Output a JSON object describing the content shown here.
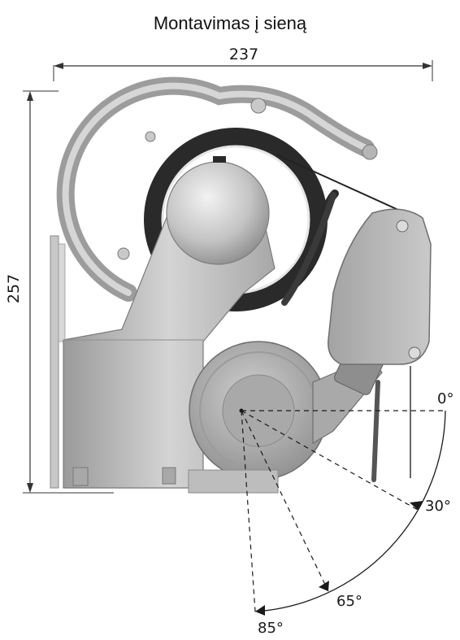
{
  "title": "Montavimas į sieną",
  "dimensions": {
    "width": "237",
    "height": "257"
  },
  "angles": [
    {
      "label": "0°",
      "value": 0
    },
    {
      "label": "30°",
      "value": 30
    },
    {
      "label": "65°",
      "value": 65
    },
    {
      "label": "85°",
      "value": 85
    }
  ],
  "colors": {
    "metal": "#b9b9b9",
    "dark": "#2a2a2a",
    "line": "#1a1a1a"
  }
}
